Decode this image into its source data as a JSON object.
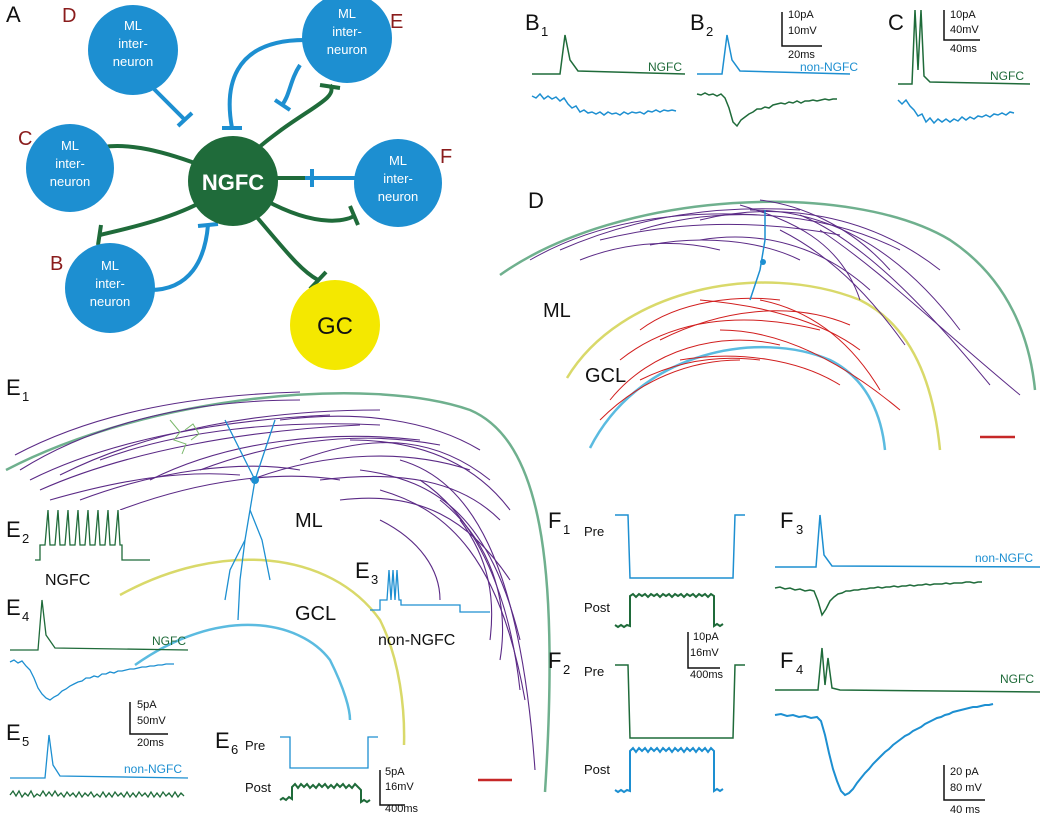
{
  "colors": {
    "blue": "#1d8fd1",
    "green": "#1f6b3a",
    "yellow": "#f4e800",
    "purple": "#5b2a86",
    "red": "#d11e1e",
    "arc_green": "#6fb08e",
    "arc_yellow": "#d9d96a",
    "arc_blue": "#5bbbe0",
    "scalebar_red": "#c62828"
  },
  "panelA": {
    "label": "A",
    "center": "NGFC",
    "gc": "GC",
    "cell_lines": [
      "ML",
      "inter-",
      "neuron"
    ],
    "letters": {
      "b": "B",
      "c": "C",
      "d": "D",
      "e": "E",
      "f": "F"
    }
  },
  "panelB": {
    "b1": {
      "label": "B",
      "sub": "1",
      "trace": "NGFC"
    },
    "b2": {
      "label": "B",
      "sub": "2",
      "trace": "non-NGFC"
    },
    "scale": {
      "a": "10pA",
      "b": "10mV",
      "c": "20ms"
    }
  },
  "panelC": {
    "label": "C",
    "trace": "NGFC",
    "scale": {
      "a": "10pA",
      "b": "40mV",
      "c": "40ms"
    }
  },
  "panelD": {
    "label": "D",
    "ml": "ML",
    "gcl": "GCL"
  },
  "panelE": {
    "e1": {
      "label": "E",
      "sub": "1"
    },
    "ml": "ML",
    "gcl": "GCL",
    "e2": {
      "label": "E",
      "sub": "2",
      "caption": "NGFC"
    },
    "e3": {
      "label": "E",
      "sub": "3",
      "caption": "non-NGFC"
    },
    "e4": {
      "label": "E",
      "sub": "4",
      "trace": "NGFC"
    },
    "e5": {
      "label": "E",
      "sub": "5",
      "trace": "non-NGFC"
    },
    "e6": {
      "label": "E",
      "sub": "6",
      "pre": "Pre",
      "post": "Post"
    },
    "scale1": {
      "a": "5pA",
      "b": "50mV",
      "c": "20ms"
    },
    "scale2": {
      "a": "5pA",
      "b": "16mV",
      "c": "400ms"
    }
  },
  "panelF": {
    "f1": {
      "label": "F",
      "sub": "1",
      "pre": "Pre",
      "post": "Post"
    },
    "f2": {
      "label": "F",
      "sub": "2",
      "pre": "Pre",
      "post": "Post"
    },
    "f3": {
      "label": "F",
      "sub": "3",
      "trace": "non-NGFC"
    },
    "f4": {
      "label": "F",
      "sub": "4",
      "trace": "NGFC"
    },
    "scale1": {
      "a": "10pA",
      "b": "16mV",
      "c": "400ms"
    },
    "scale2": {
      "a": "20 pA",
      "b": "80 mV",
      "c": "40 ms"
    }
  }
}
